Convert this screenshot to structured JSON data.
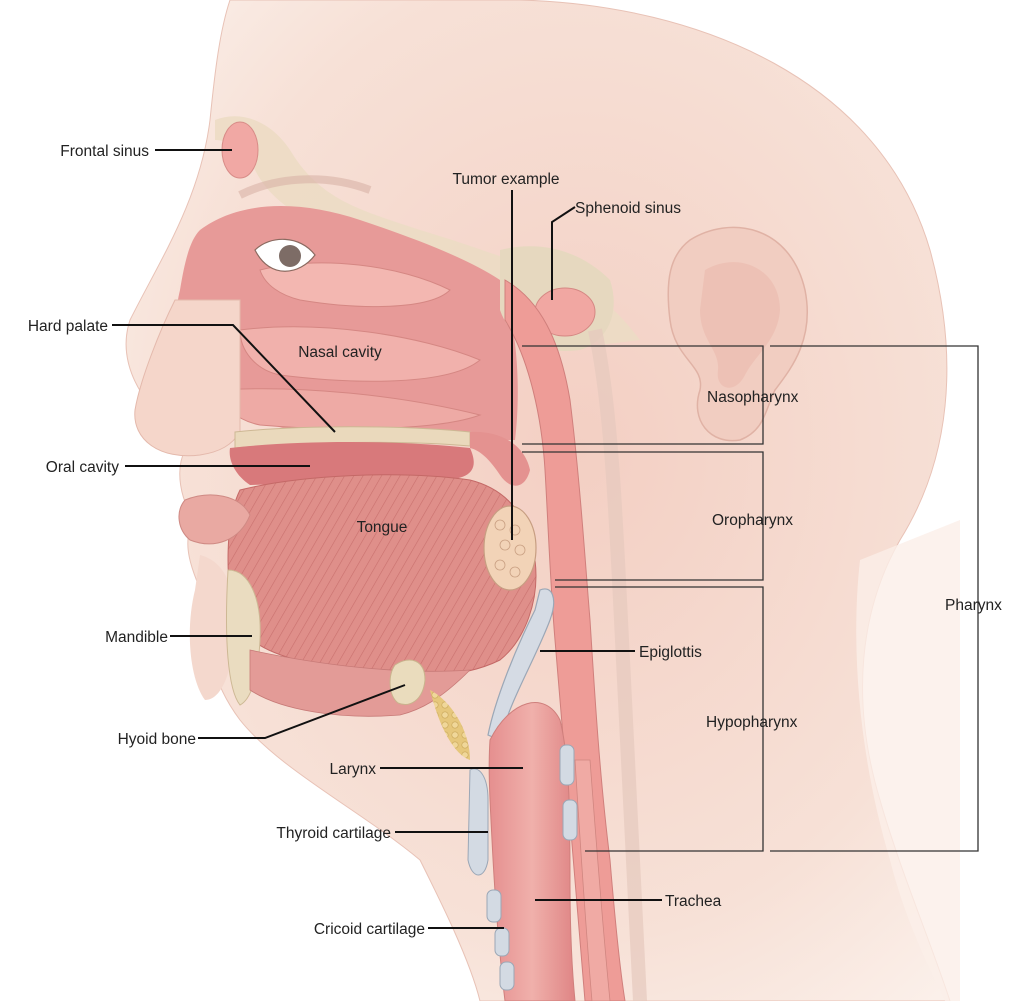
{
  "labels": {
    "frontal_sinus": "Frontal sinus",
    "tumor_example": "Tumor example",
    "sphenoid_sinus": "Sphenoid sinus",
    "hard_palate": "Hard palate",
    "nasal_cavity": "Nasal cavity",
    "nasopharynx": "Nasopharynx",
    "oral_cavity": "Oral cavity",
    "tongue": "Tongue",
    "oropharynx": "Oropharynx",
    "pharynx": "Pharynx",
    "mandible": "Mandible",
    "epiglottis": "Epiglottis",
    "hyoid_bone": "Hyoid bone",
    "hypopharynx": "Hypopharynx",
    "larynx": "Larynx",
    "thyroid_cartilage": "Thyroid cartilage",
    "trachea": "Trachea",
    "cricoid_cartilage": "Cricoid cartilage"
  },
  "colors": {
    "skin": "#f6ddd2",
    "skin_shadow": "#eec3b6",
    "soft_tissue": "#eaa09c",
    "cavity": "#d97a7d",
    "muscle": "#dc8c88",
    "bone": "#eadcc2",
    "cartilage": "#d6dde6",
    "tumor": "#f0d3b8",
    "fat": "#e3c47a"
  }
}
